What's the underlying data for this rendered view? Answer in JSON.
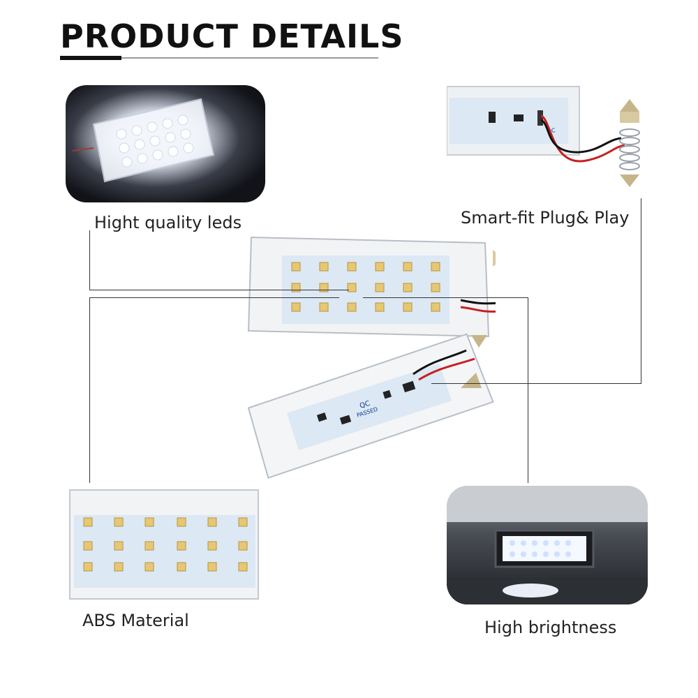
{
  "header": {
    "title": "PRODUCT DETAILS"
  },
  "features": {
    "leds": "Hight quality leds",
    "plug": "Smart-fit Plug& Play",
    "abs": "ABS Material",
    "brightness": "High brightness"
  },
  "pcb_marks": {
    "qc": "QC",
    "passed": "PASSED"
  },
  "colors": {
    "title": "#111111",
    "accent_line": "#333333",
    "pcb_blue": "#dce8f4",
    "led_yellow": "#e8c774"
  }
}
